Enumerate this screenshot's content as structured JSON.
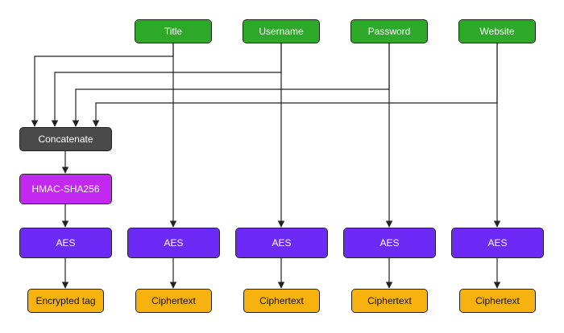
{
  "colors": {
    "input": "#2ea829",
    "concatenate": "#4a4a4a",
    "hmac": "#c228f0",
    "aes": "#6d2af7",
    "output": "#f7b20f",
    "wire": "#222222"
  },
  "inputs": [
    {
      "label": "Title"
    },
    {
      "label": "Username"
    },
    {
      "label": "Password"
    },
    {
      "label": "Website"
    }
  ],
  "concatenate": {
    "label": "Concatenate"
  },
  "hmac": {
    "label": "HMAC-SHA256"
  },
  "aes": [
    {
      "label": "AES"
    },
    {
      "label": "AES"
    },
    {
      "label": "AES"
    },
    {
      "label": "AES"
    },
    {
      "label": "AES"
    }
  ],
  "outputs": [
    {
      "label": "Encrypted tag"
    },
    {
      "label": "Ciphertext"
    },
    {
      "label": "Ciphertext"
    },
    {
      "label": "Ciphertext"
    },
    {
      "label": "Ciphertext"
    }
  ]
}
